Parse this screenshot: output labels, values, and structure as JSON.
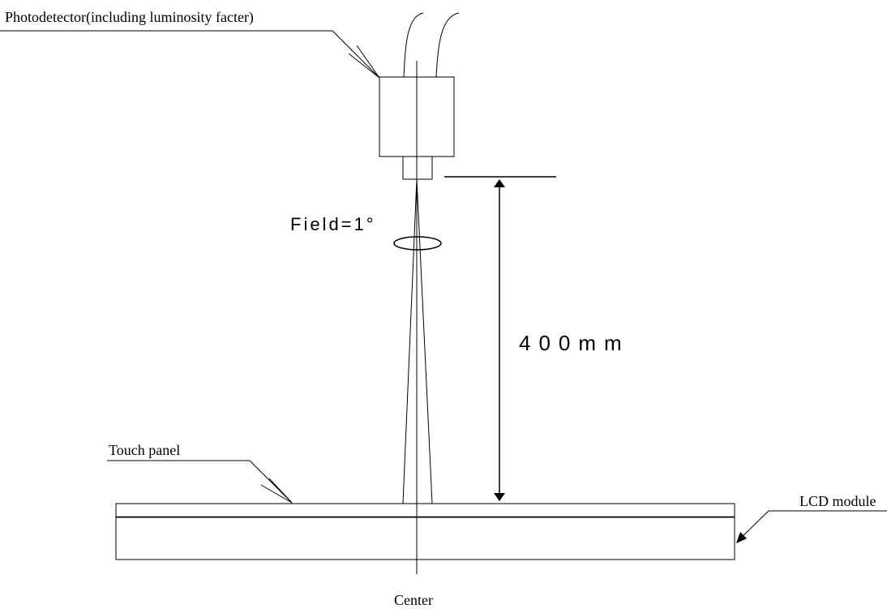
{
  "labels": {
    "photodetector": "Photodetector(including luminosity facter)",
    "field": "Field=1°",
    "distance": "400mm",
    "touch_panel": "Touch panel",
    "lcd_module": "LCD module",
    "center": "Center"
  },
  "colors": {
    "line": "#000000",
    "background": "#ffffff"
  }
}
